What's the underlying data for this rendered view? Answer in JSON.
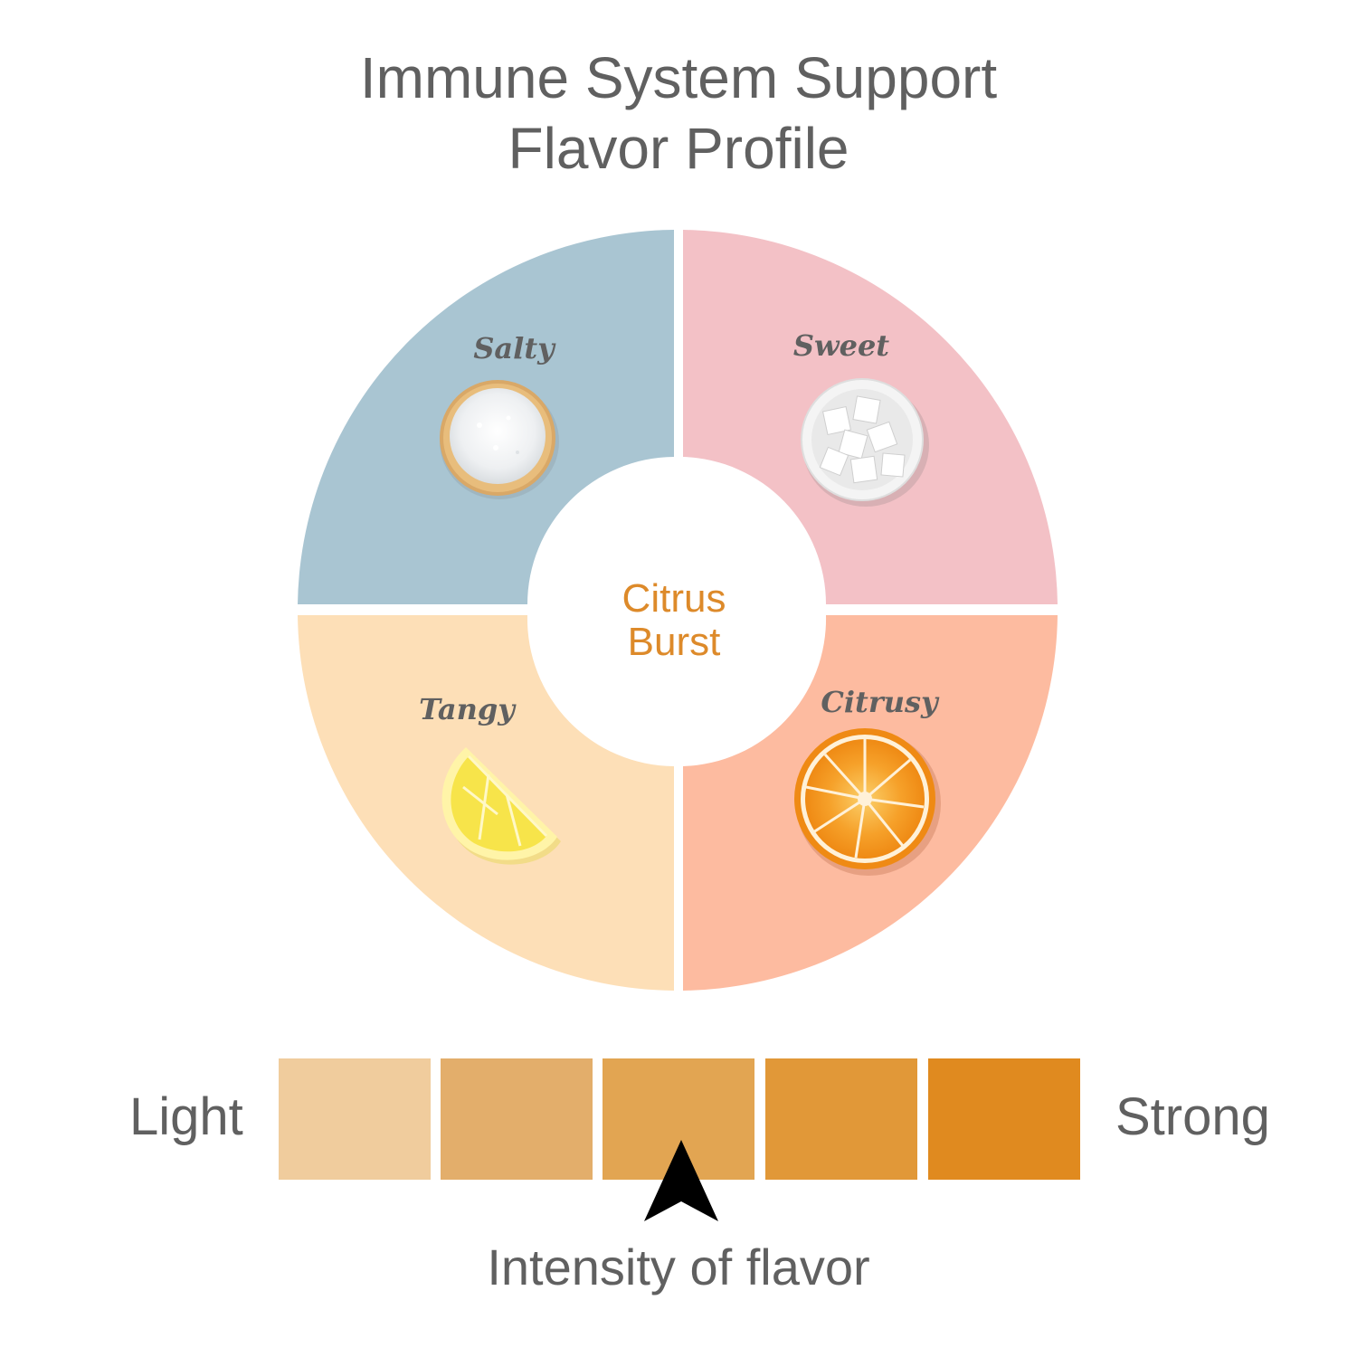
{
  "title": {
    "line1": "Immune System Support",
    "line2": "Flavor Profile"
  },
  "wheel": {
    "center_line1": "Citrus",
    "center_line2": "Burst",
    "center_color": "#dd8a2a",
    "quadrants": [
      {
        "label": "Salty",
        "color": "#a9c5d2",
        "image": "salt-bowl-icon"
      },
      {
        "label": "Sweet",
        "color": "#f3c1c6",
        "image": "sugar-cubes-icon"
      },
      {
        "label": "Tangy",
        "color": "#fddfb7",
        "image": "lemon-slice-icon"
      },
      {
        "label": "Citrusy",
        "color": "#fdbba0",
        "image": "orange-slice-icon"
      }
    ]
  },
  "intensity": {
    "low_label": "Light",
    "high_label": "Strong",
    "caption": "Intensity of flavor",
    "levels": 5,
    "selected_level": 3,
    "level_colors": [
      "#f0cc9d",
      "#e3ae6b",
      "#e2a552",
      "#e19838",
      "#e08a1f"
    ]
  }
}
